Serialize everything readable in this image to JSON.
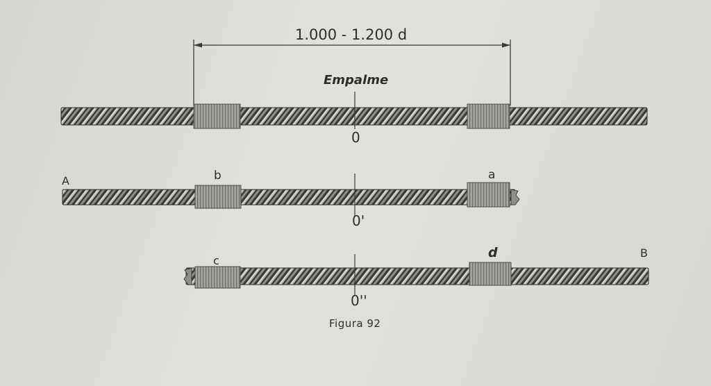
{
  "figure": {
    "dimension_label": "1.000 - 1.200 d",
    "splice_label": "Empalme",
    "center_labels": [
      "0",
      "0'",
      "0''"
    ],
    "end_labels": {
      "left": "A",
      "right": "B"
    },
    "seizing_labels": {
      "b": "b",
      "a": "a",
      "c": "c",
      "d": "d"
    },
    "caption": "Figura 92"
  },
  "colors": {
    "background": "#dcdcd6",
    "rope_dark": "#2e2e2e",
    "rope_light": "#c9c9c4",
    "seizing": "#9c9c98",
    "line": "#3a3a3a"
  }
}
